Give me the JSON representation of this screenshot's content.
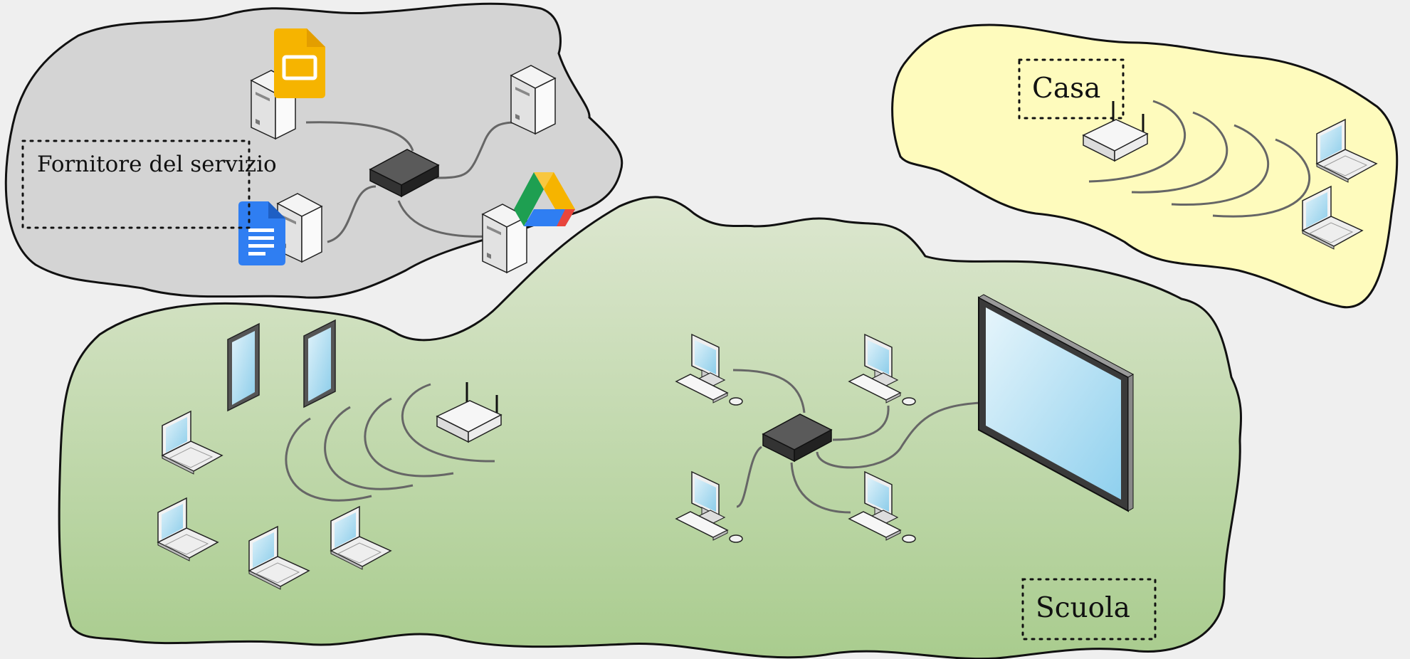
{
  "labels": {
    "provider": "Fornitore del servizio",
    "home": "Casa",
    "school": "Scuola"
  },
  "colors": {
    "provider_fill": "#d4d4d4",
    "home_fill": "#fefbbd",
    "school_fill_top": "#dbe6cd",
    "school_fill_bottom": "#aacd8f",
    "background": "#efefef",
    "cable": "#666666",
    "screen": "#a9dcf2"
  },
  "icons": {
    "slides": "google-slides-icon",
    "docs": "google-docs-icon",
    "drive": "google-drive-icon"
  }
}
